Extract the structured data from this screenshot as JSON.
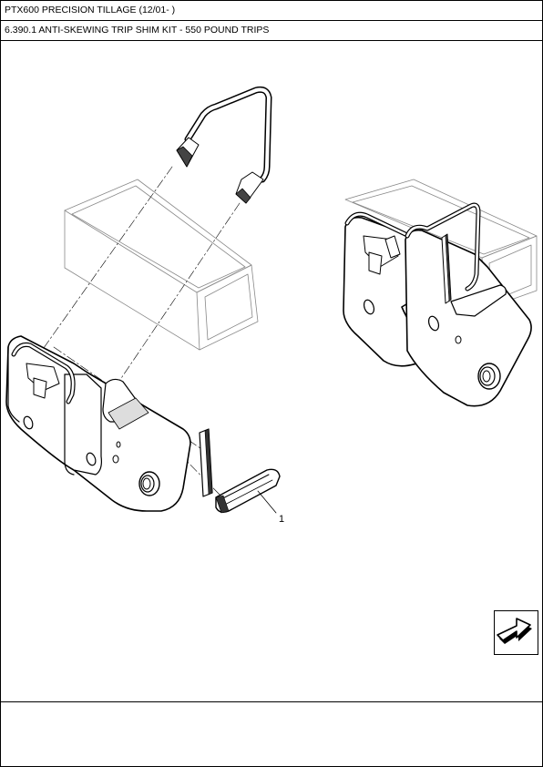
{
  "header": {
    "title": "PTX600 PRECISION TILLAGE (12/01- )",
    "section": "6.390.1 ANTI-SKEWING TRIP SHIM KIT - 550 POUND TRIPS"
  },
  "drawing": {
    "callouts": [
      {
        "label": "1"
      }
    ]
  },
  "navigation": {
    "next_icon": "arrow-right-icon"
  }
}
